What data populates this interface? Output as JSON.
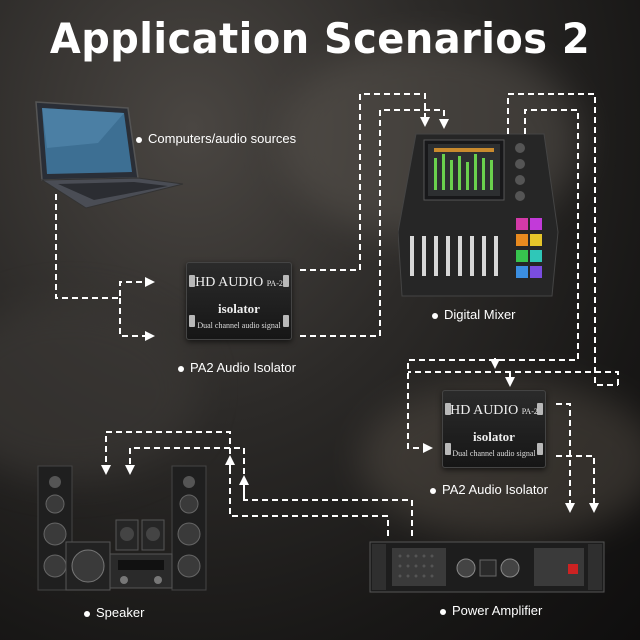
{
  "title": "Application Scenarios 2",
  "labels": {
    "computers": "Computers/audio sources",
    "mixer": "Digital Mixer",
    "isolator1": "PA2 Audio Isolator",
    "isolator2": "PA2 Audio Isolator",
    "speaker": "Speaker",
    "amplifier": "Power Amplifier"
  },
  "isolator_device": {
    "brand": "HD AUDIO",
    "model": "PA-2",
    "name": "isolator",
    "subtitle": "Dual channel audio signal"
  },
  "colors": {
    "text": "#ffffff",
    "wire": "#ffffff",
    "background": "#1e1c1b"
  }
}
